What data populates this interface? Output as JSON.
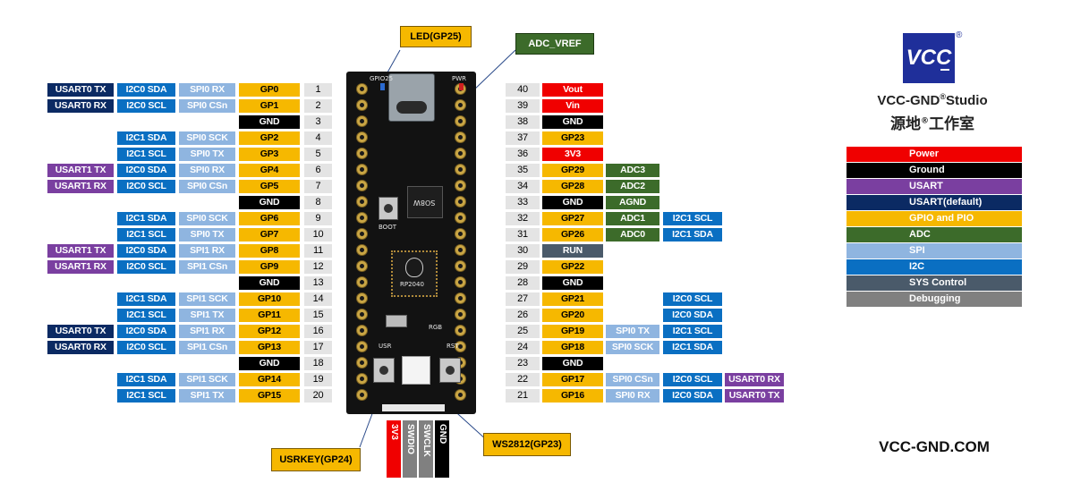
{
  "callouts": {
    "led": "LED(GP25)",
    "adc_vref": "ADC_VREF",
    "usrkey": "USRKEY(GP24)",
    "ws2812": "WS2812(GP23)"
  },
  "brand": {
    "logo_text": "VCC",
    "name": "VCC-GND",
    "reg": "®",
    "studio": "Studio",
    "chinese_a": "源地",
    "chinese_b": "工作室",
    "website": "VCC-GND.COM"
  },
  "board": {
    "chip_label": "RP2040",
    "flash_label": "SO8W",
    "boot": "BOOT",
    "usr": "USR",
    "rst": "RST",
    "rgb": "RGB",
    "gpio25": "GPIO25",
    "pwr": "PWR"
  },
  "debug_pins": [
    "3V3",
    "SWDIO",
    "SWCLK",
    "GND"
  ],
  "left_rows": [
    {
      "pin": "1",
      "gp": "GP0",
      "gp_type": "gp",
      "spi": "SPI0 RX",
      "i2c": "I2C0 SDA",
      "uart": "USART0 TX",
      "uart_type": "uartd"
    },
    {
      "pin": "2",
      "gp": "GP1",
      "gp_type": "gp",
      "spi": "SPI0 CSn",
      "i2c": "I2C0 SCL",
      "uart": "USART0 RX",
      "uart_type": "uartd"
    },
    {
      "pin": "3",
      "gp": "GND",
      "gp_type": "gnd",
      "spi": "",
      "i2c": "",
      "uart": "",
      "uart_type": ""
    },
    {
      "pin": "4",
      "gp": "GP2",
      "gp_type": "gp",
      "spi": "SPI0 SCK",
      "i2c": "I2C1 SDA",
      "uart": "",
      "uart_type": ""
    },
    {
      "pin": "5",
      "gp": "GP3",
      "gp_type": "gp",
      "spi": "SPI0 TX",
      "i2c": "I2C1 SCL",
      "uart": "",
      "uart_type": ""
    },
    {
      "pin": "6",
      "gp": "GP4",
      "gp_type": "gp",
      "spi": "SPI0 RX",
      "i2c": "I2C0 SDA",
      "uart": "USART1 TX",
      "uart_type": "uart"
    },
    {
      "pin": "7",
      "gp": "GP5",
      "gp_type": "gp",
      "spi": "SPI0 CSn",
      "i2c": "I2C0 SCL",
      "uart": "USART1 RX",
      "uart_type": "uart"
    },
    {
      "pin": "8",
      "gp": "GND",
      "gp_type": "gnd",
      "spi": "",
      "i2c": "",
      "uart": "",
      "uart_type": ""
    },
    {
      "pin": "9",
      "gp": "GP6",
      "gp_type": "gp",
      "spi": "SPI0 SCK",
      "i2c": "I2C1 SDA",
      "uart": "",
      "uart_type": ""
    },
    {
      "pin": "10",
      "gp": "GP7",
      "gp_type": "gp",
      "spi": "SPI0 TX",
      "i2c": "I2C1 SCL",
      "uart": "",
      "uart_type": ""
    },
    {
      "pin": "11",
      "gp": "GP8",
      "gp_type": "gp",
      "spi": "SPI1 RX",
      "i2c": "I2C0 SDA",
      "uart": "USART1 TX",
      "uart_type": "uart"
    },
    {
      "pin": "12",
      "gp": "GP9",
      "gp_type": "gp",
      "spi": "SPI1 CSn",
      "i2c": "I2C0 SCL",
      "uart": "USART1 RX",
      "uart_type": "uart"
    },
    {
      "pin": "13",
      "gp": "GND",
      "gp_type": "gnd",
      "spi": "",
      "i2c": "",
      "uart": "",
      "uart_type": ""
    },
    {
      "pin": "14",
      "gp": "GP10",
      "gp_type": "gp",
      "spi": "SPI1 SCK",
      "i2c": "I2C1 SDA",
      "uart": "",
      "uart_type": ""
    },
    {
      "pin": "15",
      "gp": "GP11",
      "gp_type": "gp",
      "spi": "SPI1 TX",
      "i2c": "I2C1 SCL",
      "uart": "",
      "uart_type": ""
    },
    {
      "pin": "16",
      "gp": "GP12",
      "gp_type": "gp",
      "spi": "SPI1 RX",
      "i2c": "I2C0 SDA",
      "uart": "USART0 TX",
      "uart_type": "uartd"
    },
    {
      "pin": "17",
      "gp": "GP13",
      "gp_type": "gp",
      "spi": "SPI1 CSn",
      "i2c": "I2C0 SCL",
      "uart": "USART0 RX",
      "uart_type": "uartd"
    },
    {
      "pin": "18",
      "gp": "GND",
      "gp_type": "gnd",
      "spi": "",
      "i2c": "",
      "uart": "",
      "uart_type": ""
    },
    {
      "pin": "19",
      "gp": "GP14",
      "gp_type": "gp",
      "spi": "SPI1 SCK",
      "i2c": "I2C1 SDA",
      "uart": "",
      "uart_type": ""
    },
    {
      "pin": "20",
      "gp": "GP15",
      "gp_type": "gp",
      "spi": "SPI1 TX",
      "i2c": "I2C1 SCL",
      "uart": "",
      "uart_type": ""
    }
  ],
  "right_rows": [
    {
      "pin": "40",
      "gp": "Vout",
      "gp_type": "pwr",
      "c1": "",
      "c1_type": "",
      "c2": "",
      "c2_type": "",
      "c3": "",
      "c3_type": ""
    },
    {
      "pin": "39",
      "gp": "Vin",
      "gp_type": "pwr",
      "c1": "",
      "c1_type": "",
      "c2": "",
      "c2_type": "",
      "c3": "",
      "c3_type": ""
    },
    {
      "pin": "38",
      "gp": "GND",
      "gp_type": "gnd",
      "c1": "",
      "c1_type": "",
      "c2": "",
      "c2_type": "",
      "c3": "",
      "c3_type": ""
    },
    {
      "pin": "37",
      "gp": "GP23",
      "gp_type": "gp",
      "c1": "",
      "c1_type": "",
      "c2": "",
      "c2_type": "",
      "c3": "",
      "c3_type": ""
    },
    {
      "pin": "36",
      "gp": "3V3",
      "gp_type": "pwr",
      "c1": "",
      "c1_type": "",
      "c2": "",
      "c2_type": "",
      "c3": "",
      "c3_type": ""
    },
    {
      "pin": "35",
      "gp": "GP29",
      "gp_type": "gp",
      "c1": "ADC3",
      "c1_type": "adc",
      "c2": "",
      "c2_type": "",
      "c3": "",
      "c3_type": ""
    },
    {
      "pin": "34",
      "gp": "GP28",
      "gp_type": "gp",
      "c1": "ADC2",
      "c1_type": "adc",
      "c2": "",
      "c2_type": "",
      "c3": "",
      "c3_type": ""
    },
    {
      "pin": "33",
      "gp": "GND",
      "gp_type": "gnd",
      "c1": "AGND",
      "c1_type": "adc",
      "c2": "",
      "c2_type": "",
      "c3": "",
      "c3_type": ""
    },
    {
      "pin": "32",
      "gp": "GP27",
      "gp_type": "gp",
      "c1": "ADC1",
      "c1_type": "adc",
      "c2": "I2C1 SCL",
      "c2_type": "i2c",
      "c3": "",
      "c3_type": ""
    },
    {
      "pin": "31",
      "gp": "GP26",
      "gp_type": "gp",
      "c1": "ADC0",
      "c1_type": "adc",
      "c2": "I2C1 SDA",
      "c2_type": "i2c",
      "c3": "",
      "c3_type": ""
    },
    {
      "pin": "30",
      "gp": "RUN",
      "gp_type": "sys",
      "c1": "",
      "c1_type": "",
      "c2": "",
      "c2_type": "",
      "c3": "",
      "c3_type": ""
    },
    {
      "pin": "29",
      "gp": "GP22",
      "gp_type": "gp",
      "c1": "",
      "c1_type": "",
      "c2": "",
      "c2_type": "",
      "c3": "",
      "c3_type": ""
    },
    {
      "pin": "28",
      "gp": "GND",
      "gp_type": "gnd",
      "c1": "",
      "c1_type": "",
      "c2": "",
      "c2_type": "",
      "c3": "",
      "c3_type": ""
    },
    {
      "pin": "27",
      "gp": "GP21",
      "gp_type": "gp",
      "c1": "",
      "c1_type": "",
      "c2": "I2C0 SCL",
      "c2_type": "i2c",
      "c3": "",
      "c3_type": ""
    },
    {
      "pin": "26",
      "gp": "GP20",
      "gp_type": "gp",
      "c1": "",
      "c1_type": "",
      "c2": "I2C0 SDA",
      "c2_type": "i2c",
      "c3": "",
      "c3_type": ""
    },
    {
      "pin": "25",
      "gp": "GP19",
      "gp_type": "gp",
      "c1": "SPI0 TX",
      "c1_type": "spi",
      "c2": "I2C1 SCL",
      "c2_type": "i2c",
      "c3": "",
      "c3_type": ""
    },
    {
      "pin": "24",
      "gp": "GP18",
      "gp_type": "gp",
      "c1": "SPI0 SCK",
      "c1_type": "spi",
      "c2": "I2C1 SDA",
      "c2_type": "i2c",
      "c3": "",
      "c3_type": ""
    },
    {
      "pin": "23",
      "gp": "GND",
      "gp_type": "gnd",
      "c1": "",
      "c1_type": "",
      "c2": "",
      "c2_type": "",
      "c3": "",
      "c3_type": ""
    },
    {
      "pin": "22",
      "gp": "GP17",
      "gp_type": "gp",
      "c1": "SPI0 CSn",
      "c1_type": "spi",
      "c2": "I2C0 SCL",
      "c2_type": "i2c",
      "c3": "USART0 RX",
      "c3_type": "uart"
    },
    {
      "pin": "21",
      "gp": "GP16",
      "gp_type": "gp",
      "c1": "SPI0 RX",
      "c1_type": "spi",
      "c2": "I2C0 SDA",
      "c2_type": "i2c",
      "c3": "USART0 TX",
      "c3_type": "uart"
    }
  ],
  "legend": [
    {
      "label": "Power",
      "color": "#f00000"
    },
    {
      "label": "Ground",
      "color": "#000000"
    },
    {
      "label": "USART",
      "color": "#7a3fa0"
    },
    {
      "label": "USART(default)",
      "color": "#0b2a63"
    },
    {
      "label": "GPIO and PIO",
      "color": "#f6b800"
    },
    {
      "label": "ADC",
      "color": "#3c6b2a"
    },
    {
      "label": "SPI",
      "color": "#8fb5e0"
    },
    {
      "label": "I2C",
      "color": "#0a6fc2"
    },
    {
      "label": "SYS Control",
      "color": "#4a5a6a"
    },
    {
      "label": "Debugging",
      "color": "#808080"
    }
  ]
}
